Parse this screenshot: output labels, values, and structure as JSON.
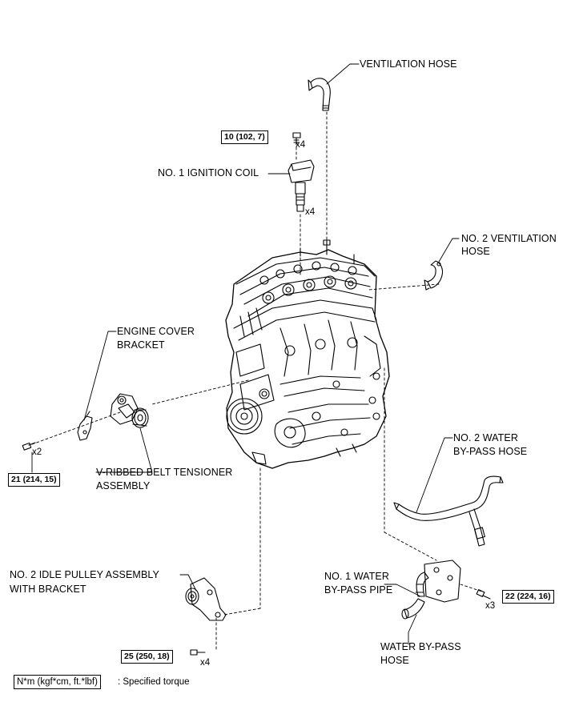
{
  "labels": {
    "ventilation_hose": "VENTILATION HOSE",
    "no1_ignition_coil": "NO. 1 IGNITION COIL",
    "no2_ventilation_hose": [
      "NO. 2 VENTILATION",
      "HOSE"
    ],
    "engine_cover_bracket": [
      "ENGINE COVER",
      "BRACKET"
    ],
    "v_ribbed_belt_tensioner": [
      "V-RIBBED BELT TENSIONER",
      "ASSEMBLY"
    ],
    "no2_water_bypass_hose": [
      "NO. 2 WATER",
      "BY-PASS HOSE"
    ],
    "no2_idle_pulley": [
      "NO. 2 IDLE PULLEY ASSEMBLY",
      "WITH BRACKET"
    ],
    "no1_water_bypass_pipe": [
      "NO. 1 WATER",
      "BY-PASS PIPE"
    ],
    "water_bypass_hose": [
      "WATER BY-PASS",
      "HOSE"
    ]
  },
  "torques": {
    "ignition_coil_bolt": "10 (102, 7)",
    "engine_cover_bracket_bolt": "21 (214, 15)",
    "idle_pulley_bolt": "25 (250, 18)",
    "water_pipe_bolt": "22 (224, 16)"
  },
  "quantities": {
    "ignition_coil_bolt": "x4",
    "ignition_coil": "x4",
    "engine_cover_bracket_bolt": "x2",
    "idle_pulley_bolt": "x4",
    "water_pipe_bolt": "x3"
  },
  "legend": {
    "unit": "N*m (kgf*cm, ft.*lbf)",
    "description": ": Specified torque"
  }
}
